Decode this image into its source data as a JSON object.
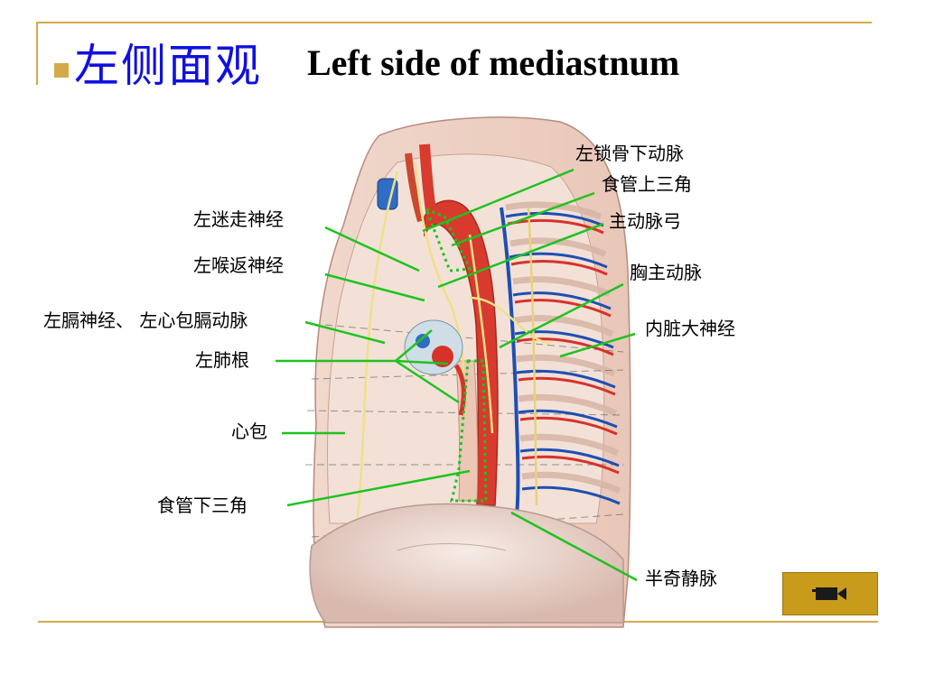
{
  "title": {
    "chinese": "左侧面观",
    "english": "Left side of  mediastnum"
  },
  "labels": {
    "left_subclavian_artery": "左锁骨下动脉",
    "upper_esophageal_triangle": "食管上三角",
    "left_vagus_nerve": "左迷走神经",
    "aortic_arch": "主动脉弓",
    "left_recurrent_laryngeal_nerve": "左喉返神经",
    "thoracic_aorta": "胸主动脉",
    "left_phrenic_nerve_pericardiophrenic_artery": "左膈神经、 左心包膈动脉",
    "greater_splanchnic_nerve": "内脏大神经",
    "left_lung_root": "左肺根",
    "pericardium": "心包",
    "lower_esophageal_triangle": "食管下三角",
    "hemiazygos_vein": "半奇静脉"
  },
  "nav": {
    "icon": "camera-icon"
  },
  "colors": {
    "title_blue": "#1010e0",
    "accent_gold": "#d4a94a",
    "leader_green": "#1ec31e",
    "button_gold": "#c89b1a"
  }
}
